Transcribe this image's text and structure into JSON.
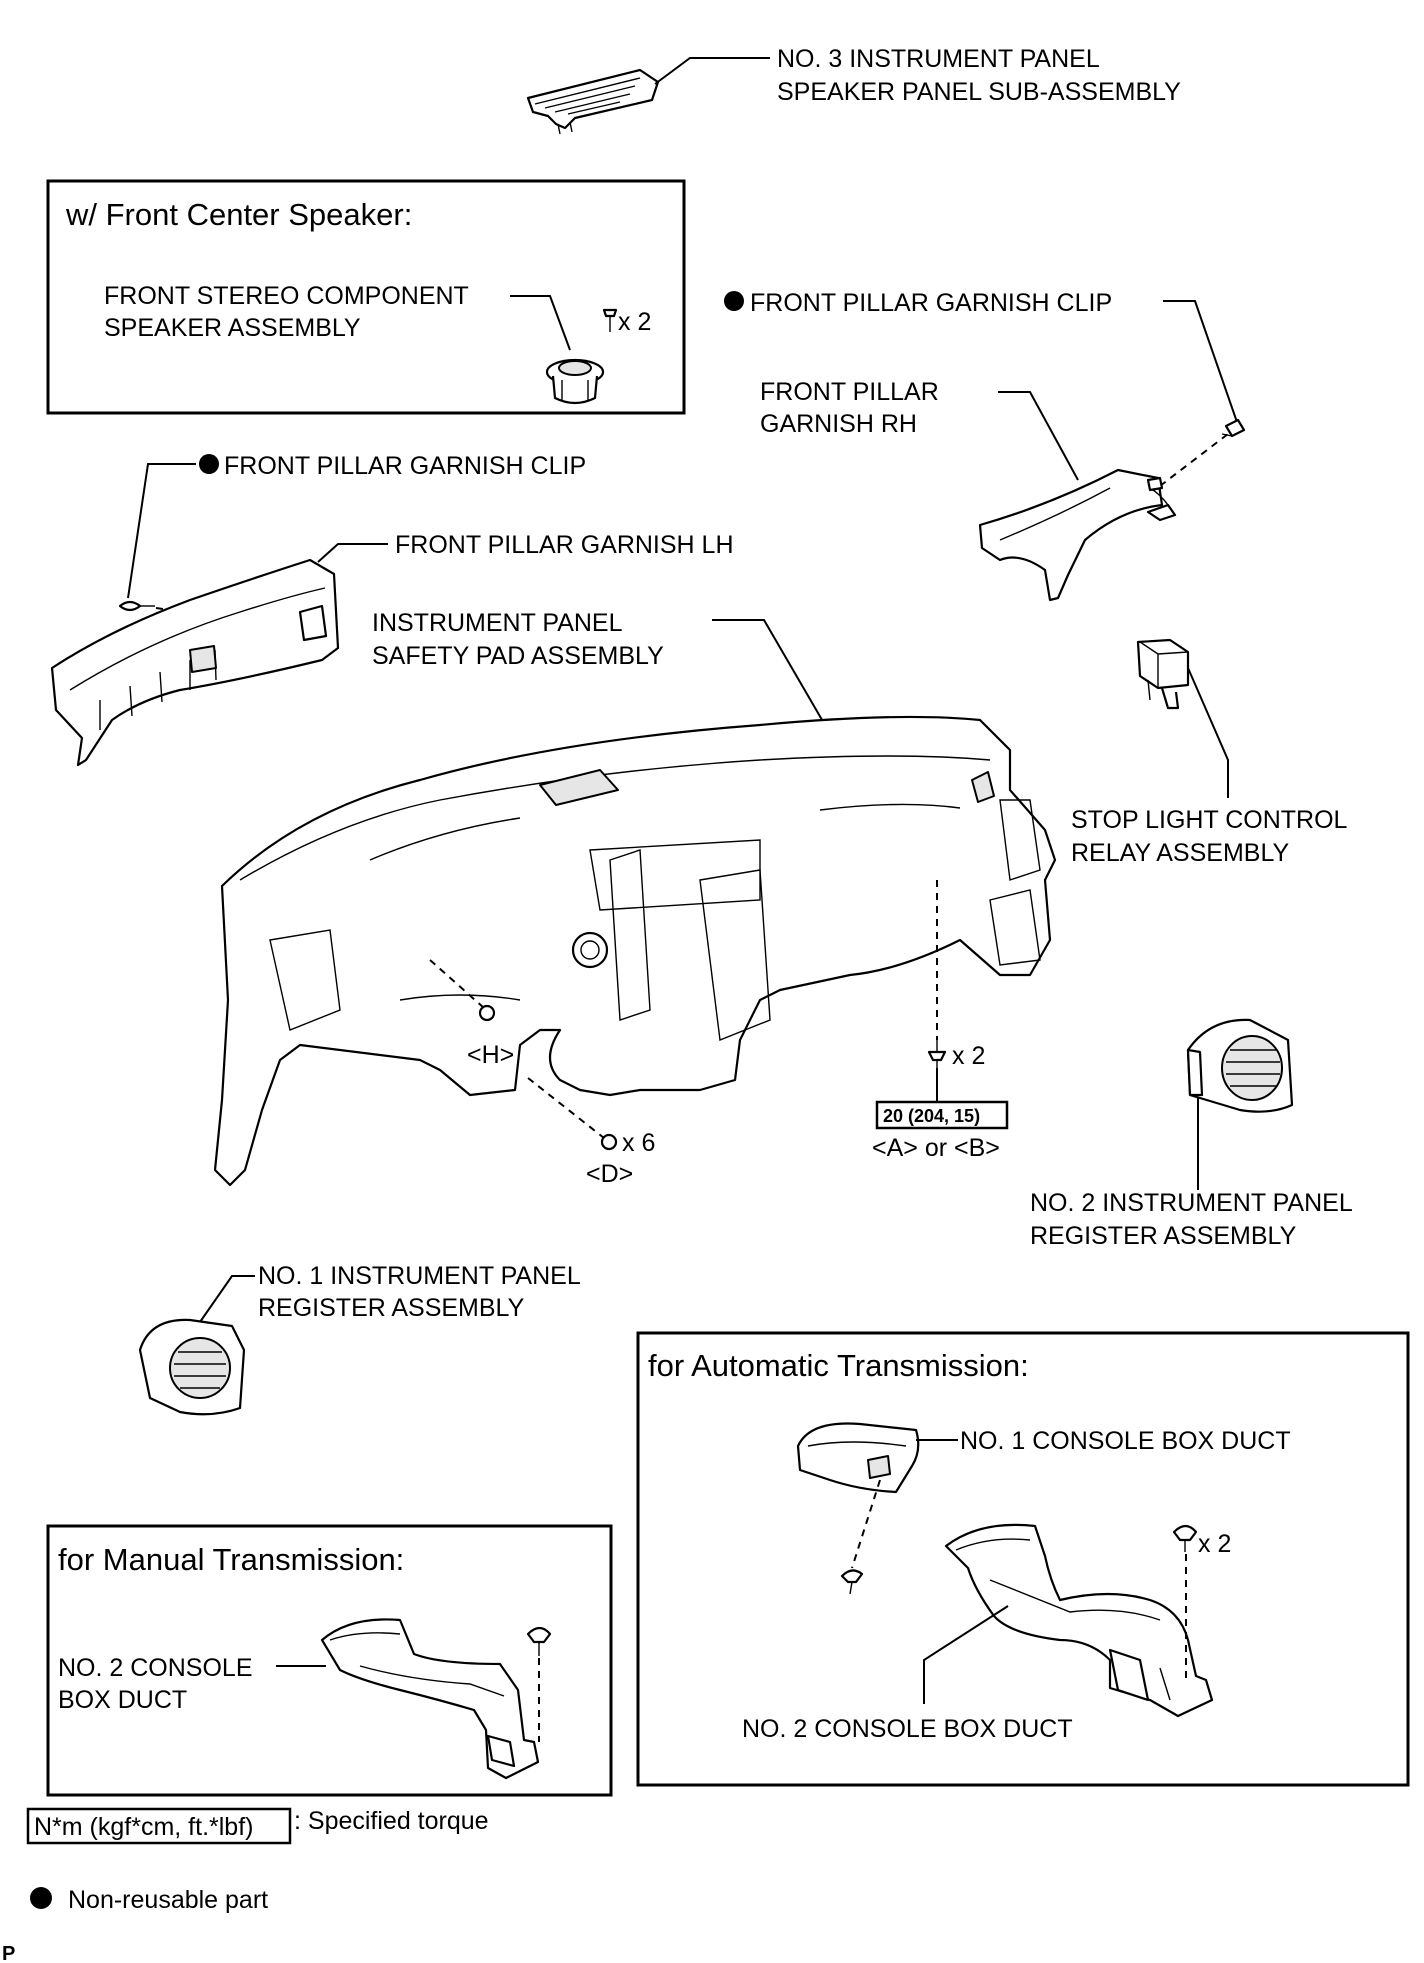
{
  "labels": {
    "speaker_panel": [
      "NO. 3 INSTRUMENT PANEL",
      "SPEAKER PANEL SUB-ASSEMBLY"
    ],
    "stereo_speaker": [
      "FRONT STEREO COMPONENT",
      "SPEAKER ASSEMBLY"
    ],
    "stereo_screw_qty": "x 2",
    "clip_rh": "FRONT PILLAR GARNISH CLIP",
    "garnish_rh": [
      "FRONT PILLAR",
      "GARNISH RH"
    ],
    "clip_lh": "FRONT PILLAR GARNISH CLIP",
    "garnish_lh": "FRONT PILLAR GARNISH LH",
    "safety_pad": [
      "INSTRUMENT PANEL",
      "SAFETY PAD ASSEMBLY"
    ],
    "relay": [
      "STOP LIGHT CONTROL",
      "RELAY ASSEMBLY"
    ],
    "marker_h": "<H>",
    "marker_d": "<D>",
    "nut_qty_d": "x 6",
    "bolt_qty": "x 2",
    "torque_value": "20 (204, 15)",
    "torque_marker": "<A> or <B>",
    "register_no2": [
      "NO. 2 INSTRUMENT PANEL",
      "REGISTER ASSEMBLY"
    ],
    "register_no1": [
      "NO. 1 INSTRUMENT PANEL",
      "REGISTER ASSEMBLY"
    ],
    "at_duct1": "NO. 1 CONSOLE BOX DUCT",
    "at_clip_qty": "x 2",
    "at_duct2": "NO. 2 CONSOLE BOX DUCT",
    "mt_duct2": [
      "NO. 2 CONSOLE",
      "BOX DUCT"
    ]
  },
  "boxes": {
    "front_center_speaker": "w/ Front Center Speaker:",
    "automatic_transmission": "for Automatic Transmission:",
    "manual_transmission": "for Manual Transmission:"
  },
  "legend": {
    "torque_units": "N*m (kgf*cm, ft.*lbf)",
    "torque_text": ": Specified torque",
    "nonreusable_text": "Non-reusable part"
  },
  "corner_mark": "P",
  "icons": [
    "nonreusable-dot-icon",
    "bolt-icon",
    "nut-icon",
    "clip-icon",
    "screw-icon"
  ]
}
